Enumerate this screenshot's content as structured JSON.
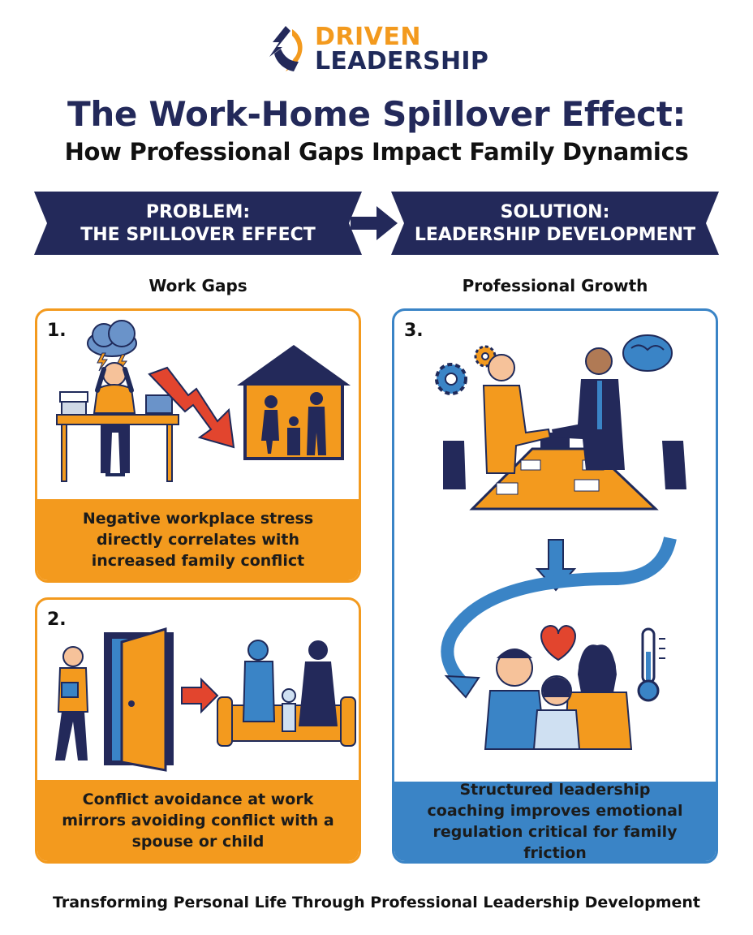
{
  "brand": {
    "line1": "DRIVEN",
    "line2": "LEADERSHIP",
    "icon": "chevron-swoosh-logo"
  },
  "title": "The Work-Home Spillover Effect:",
  "subtitle": "How Professional Gaps Impact Family Dynamics",
  "problem": {
    "line1": "PROBLEM:",
    "line2": "THE SPILLOVER EFFECT"
  },
  "solution": {
    "line1": "SOLUTION:",
    "line2": "LEADERSHIP DEVELOPMENT"
  },
  "columns": {
    "left": "Work Gaps",
    "right": "Professional Growth"
  },
  "panels": [
    {
      "number": "1.",
      "caption": "Negative workplace stress directly correlates with increased family conflict",
      "icons": [
        "storm-cloud-icon",
        "stressed-worker-icon",
        "zigzag-arrow-icon",
        "house-family-conflict-icon"
      ]
    },
    {
      "number": "2.",
      "caption": "Conflict avoidance at work mirrors avoiding conflict with a spouse or child",
      "icons": [
        "avoiding-man-icon",
        "door-icon",
        "arrow-right-icon",
        "family-couch-icon"
      ]
    },
    {
      "number": "3.",
      "caption": "Structured leadership coaching improves emotional regulation critical for family friction",
      "icons": [
        "gears-icon",
        "handshake-icon",
        "brain-icon",
        "meeting-table-icon",
        "arrow-down-icon",
        "happy-family-icon",
        "heart-icon",
        "thermometer-icon"
      ]
    }
  ],
  "footer": "Transforming Personal Life Through Professional Leadership Development",
  "colors": {
    "navy": "#23295a",
    "orange": "#f39a1e",
    "blue": "#3a84c6",
    "red": "#e2452e"
  }
}
